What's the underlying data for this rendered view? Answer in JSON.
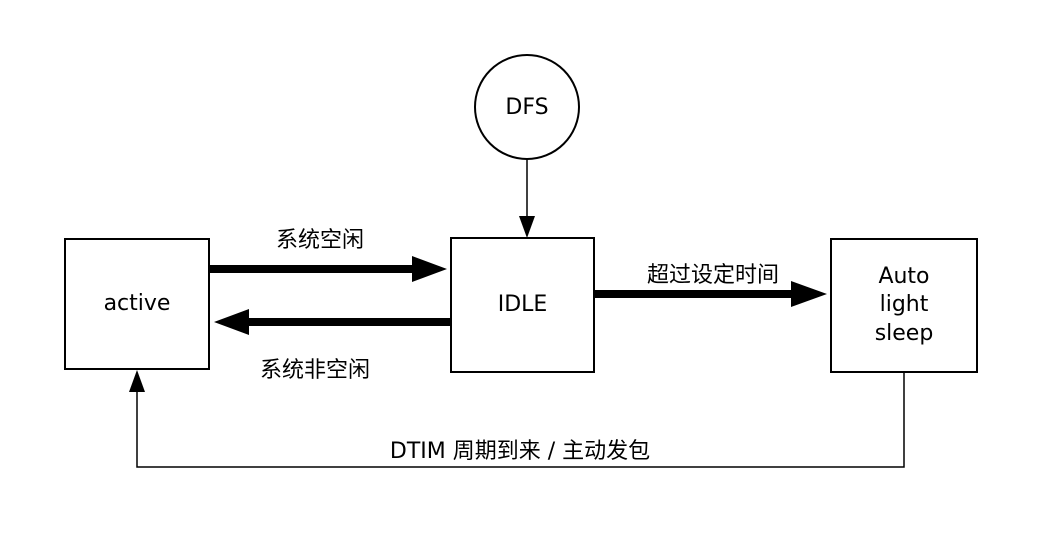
{
  "diagram": {
    "title": "power-state-diagram",
    "colors": {
      "stroke": "#000000",
      "background": "#ffffff"
    },
    "nodes": {
      "dfs": {
        "label": "DFS"
      },
      "active": {
        "label": "active"
      },
      "idle": {
        "label": "IDLE"
      },
      "auto_light_sleep": {
        "label": "Auto\nlight\nsleep"
      }
    },
    "edges": {
      "dfs_to_idle": {
        "label": ""
      },
      "active_to_idle": {
        "label": "系统空闲"
      },
      "idle_to_active": {
        "label": "系统非空闲"
      },
      "idle_to_sleep": {
        "label": "超过设定时间"
      },
      "sleep_to_active": {
        "label": "DTIM 周期到来 / 主动发包"
      }
    }
  }
}
